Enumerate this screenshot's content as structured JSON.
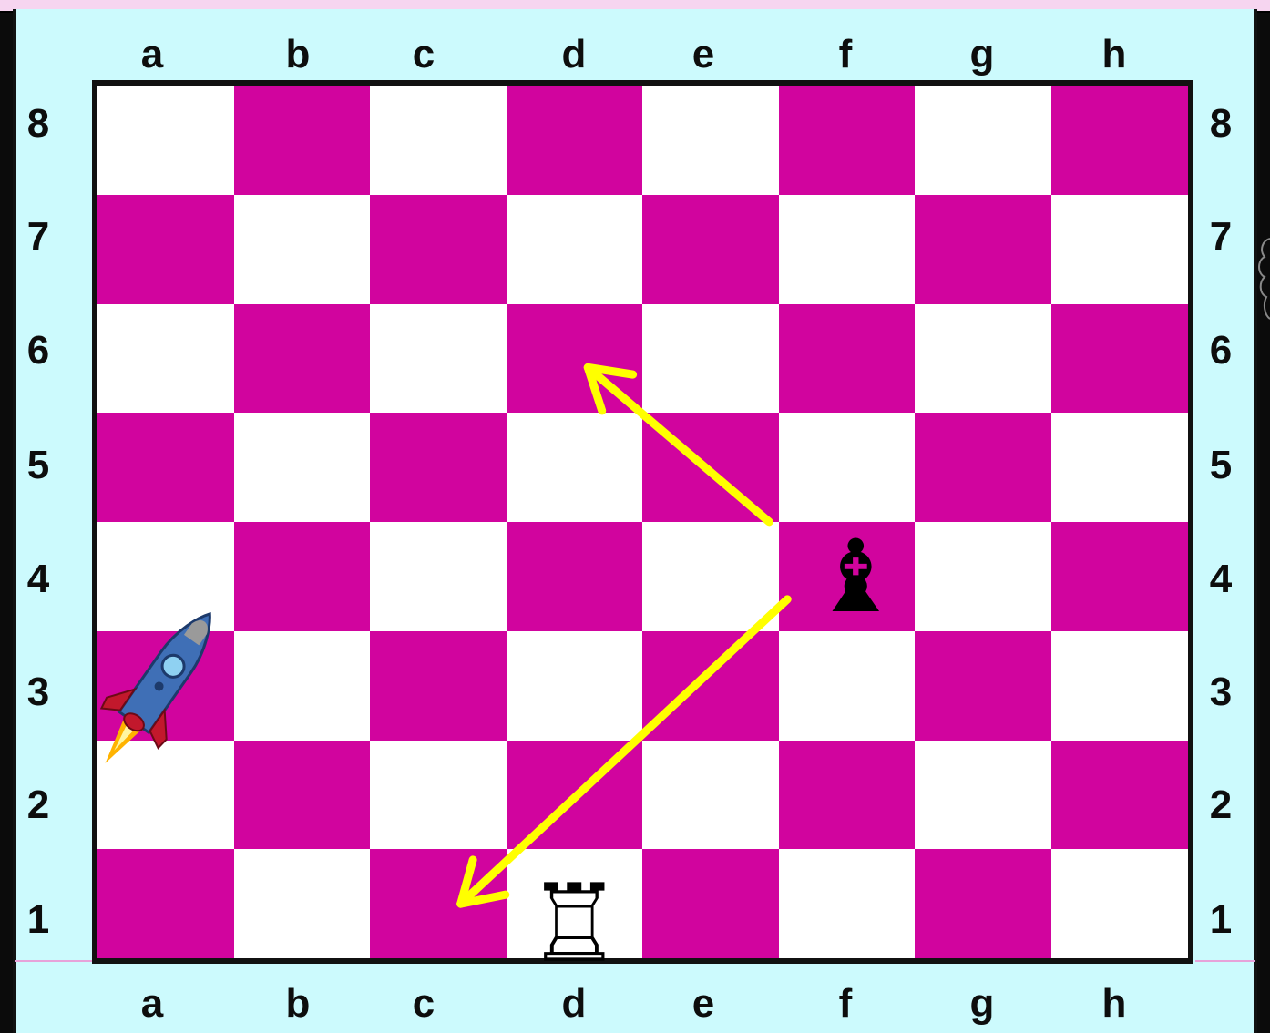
{
  "board": {
    "files": [
      "a",
      "b",
      "c",
      "d",
      "e",
      "f",
      "g",
      "h"
    ],
    "ranks": [
      "8",
      "7",
      "6",
      "5",
      "4",
      "3",
      "2",
      "1"
    ],
    "colors": {
      "dark": "#d1049e",
      "light": "#ffffff",
      "frame": "#ccfafd",
      "arrow": "#ffff00"
    }
  },
  "pieces": [
    {
      "name": "black-bishop",
      "square": "f4",
      "glyph": "♝",
      "color": "black"
    },
    {
      "name": "white-rook",
      "square": "d1",
      "glyph": "♖",
      "color": "white"
    }
  ],
  "decorations": [
    {
      "name": "rocket-icon",
      "square": "a3"
    }
  ],
  "arrows": [
    {
      "from": "f4",
      "to": "d6"
    },
    {
      "from": "f4",
      "to": "c1"
    }
  ]
}
